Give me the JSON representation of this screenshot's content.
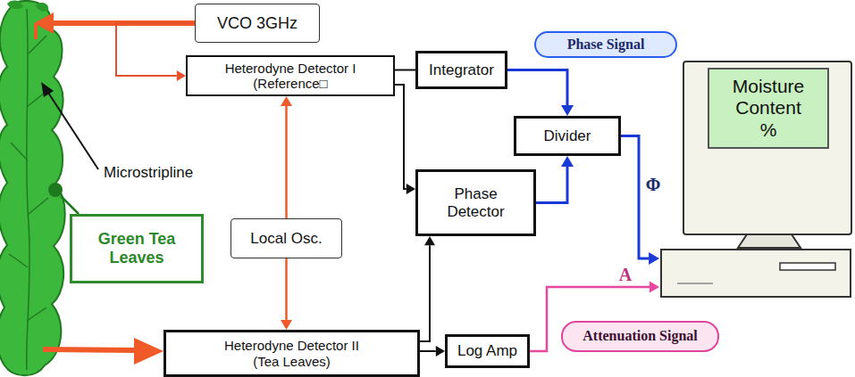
{
  "diagram": {
    "nodes": [
      {
        "text": [
          "VCO 3GHz"
        ]
      },
      {
        "text": [
          "Heterodyne Detector I (Reference□"
        ]
      },
      {
        "text": [
          "Integrator"
        ]
      },
      {
        "text": [
          "Phase Signal"
        ]
      },
      {
        "text": [
          "Divider"
        ]
      },
      {
        "text": [
          "Local Osc."
        ]
      },
      {
        "text": [
          "Phase Detector"
        ]
      },
      {
        "text": [
          "Moisture Content %"
        ]
      },
      {
        "text": [
          "Green Tea Leaves"
        ]
      },
      {
        "text": [
          "Attenuation Signal"
        ]
      },
      {
        "text": [
          "Heterodyne Detector II (Tea Leaves)"
        ]
      },
      {
        "text": [
          "Log Amp"
        ]
      }
    ],
    "edges": [
      {
        "from": 0,
        "to": 1,
        "arrow": "to"
      },
      {
        "from": 5,
        "to": 1,
        "arrow": "to"
      },
      {
        "from": 5,
        "to": 10,
        "arrow": "to"
      },
      {
        "from": 1,
        "to": 2,
        "arrow": "none"
      },
      {
        "from": 1,
        "to": 6,
        "arrow": "to"
      },
      {
        "from": 10,
        "to": 6,
        "arrow": "to"
      },
      {
        "from": 10,
        "to": 11,
        "arrow": "to"
      },
      {
        "from": 2,
        "to": 4,
        "arrow": "to"
      },
      {
        "from": 6,
        "to": 4,
        "arrow": "to"
      },
      {
        "from": 4,
        "to": 7,
        "label": "Φ",
        "arrow": "to"
      },
      {
        "from": 11,
        "to": 7,
        "label": "A",
        "arrow": "to"
      }
    ],
    "labels": [
      "Microstripline"
    ]
  }
}
